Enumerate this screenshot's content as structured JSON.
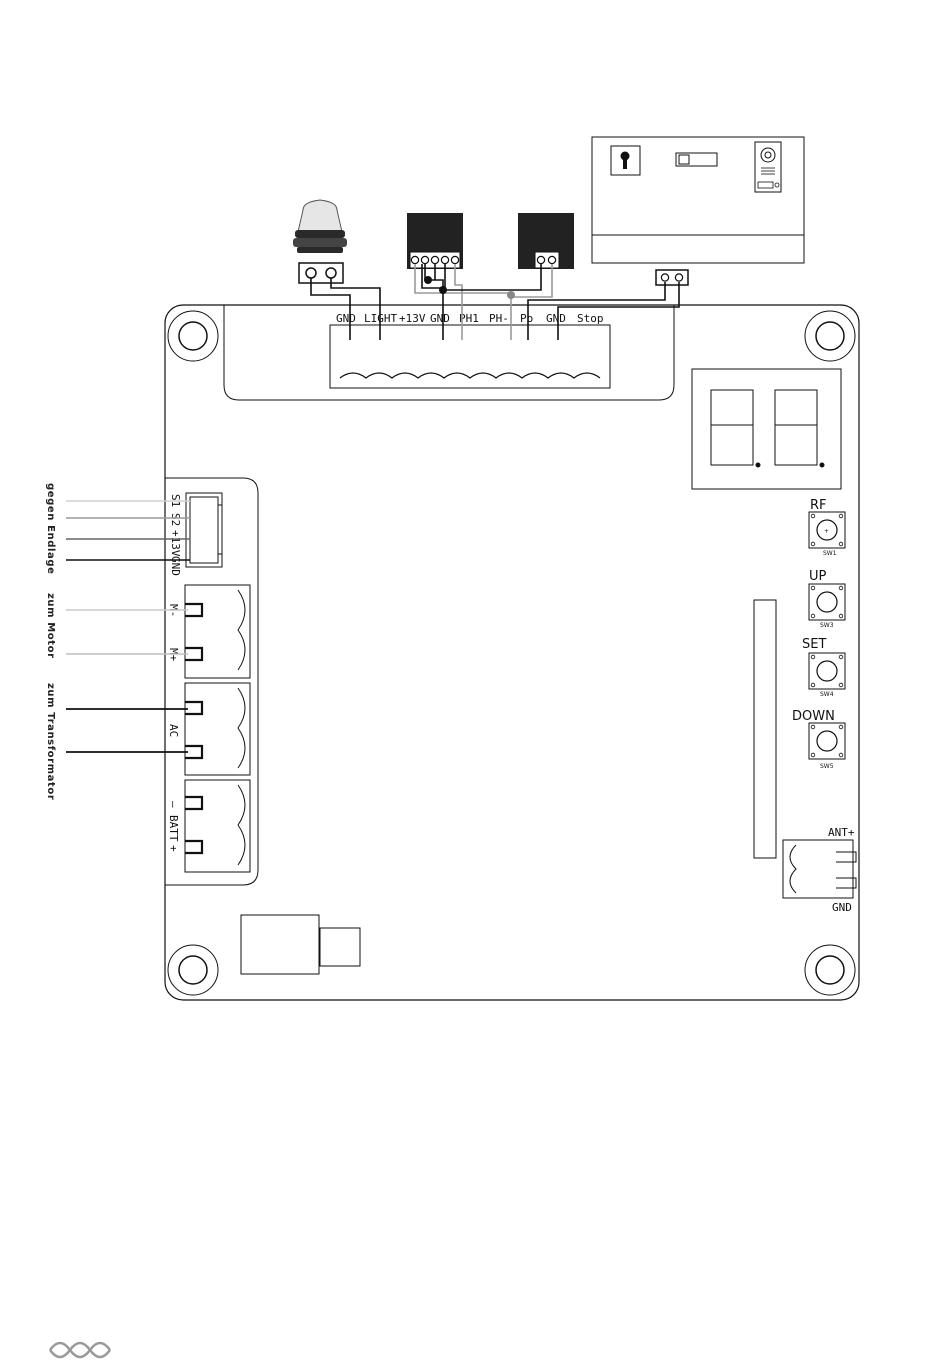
{
  "terminal_block": {
    "labels": [
      "GND",
      "LIGHT",
      "+13V",
      "GND",
      "PH1",
      "PH-",
      "Po",
      "GND",
      "Stop"
    ]
  },
  "left_connector": {
    "labels": [
      "S1",
      "S2",
      "+13V",
      "GND"
    ],
    "side_label": "gegen Endlage"
  },
  "motor": {
    "labels": [
      "M-",
      "M+"
    ],
    "side_label": "zum Motor"
  },
  "transformer": {
    "label": "AC",
    "side_label": "zum Transformator"
  },
  "battery": {
    "minus": "–",
    "label": "BATT",
    "plus": "+"
  },
  "buttons": [
    {
      "label": "RF",
      "code": "SW1"
    },
    {
      "label": "UP",
      "code": "SW3"
    },
    {
      "label": "SET",
      "code": "SW4"
    },
    {
      "label": "DOWN",
      "code": "SW5"
    }
  ],
  "antenna": {
    "top": "ANT+",
    "bottom": "GND"
  },
  "colors": {
    "ink": "#111111",
    "grey": "#9a9a9a",
    "light_grey": "#c8c8c8",
    "dark_block": "#222222"
  }
}
